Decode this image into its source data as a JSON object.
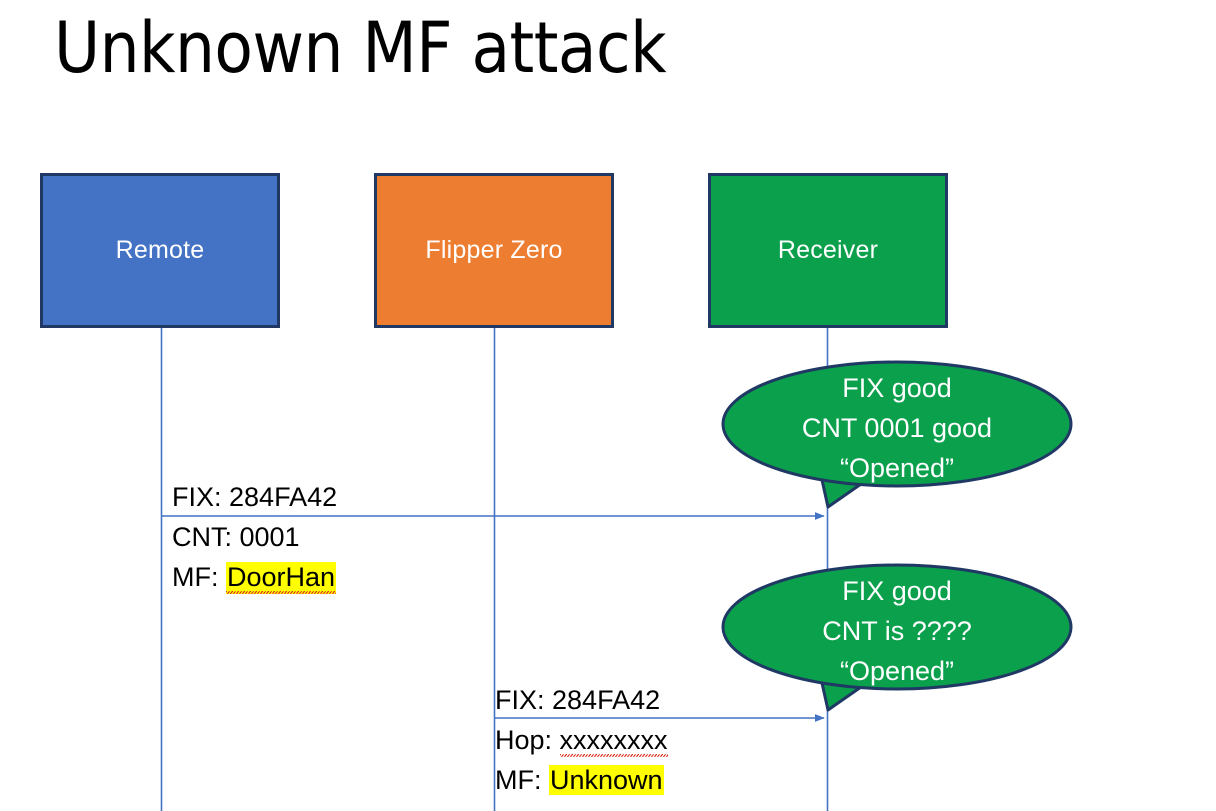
{
  "slide": {
    "title": "Unknown MF attack",
    "background": "#FFFFFF"
  },
  "colors": {
    "remote": "#4472C4",
    "flipper": "#ED7D31",
    "receiver": "#0BA04C",
    "box_border": "#1F3864",
    "connector": "#4472C4",
    "highlight": "#FFFF00",
    "spellcheck_underline": "#E03020",
    "text": "#000000",
    "box_label_text": "#FFFFFF"
  },
  "actors": [
    {
      "id": "remote",
      "label": "Remote"
    },
    {
      "id": "flipper",
      "label": "Flipper Zero"
    },
    {
      "id": "receiver",
      "label": "Receiver"
    }
  ],
  "messages": [
    {
      "id": "msg-1",
      "from": "remote",
      "to": "receiver",
      "lines": [
        {
          "label": "FIX: ",
          "value": "284FA42",
          "highlighted": false,
          "spellcheck": false
        },
        {
          "label": "CNT: ",
          "value": "0001",
          "highlighted": false,
          "spellcheck": false
        },
        {
          "label": "MF: ",
          "value": "DoorHan",
          "highlighted": true,
          "spellcheck": true
        }
      ]
    },
    {
      "id": "msg-2",
      "from": "flipper",
      "to": "receiver",
      "lines": [
        {
          "label": "FIX: ",
          "value": "284FA42",
          "highlighted": false,
          "spellcheck": false
        },
        {
          "label": "Hop: ",
          "value": "xxxxxxxx",
          "highlighted": false,
          "spellcheck": true
        },
        {
          "label": "MF: ",
          "value": "Unknown",
          "highlighted": true,
          "spellcheck": false
        }
      ]
    }
  ],
  "callouts": [
    {
      "id": "bubble-1",
      "anchor": "receiver",
      "lines": [
        "FIX good",
        "CNT 0001 good",
        "“Opened”"
      ]
    },
    {
      "id": "bubble-2",
      "anchor": "receiver",
      "lines": [
        "FIX good",
        "CNT is ????",
        "“Opened”"
      ]
    }
  ]
}
